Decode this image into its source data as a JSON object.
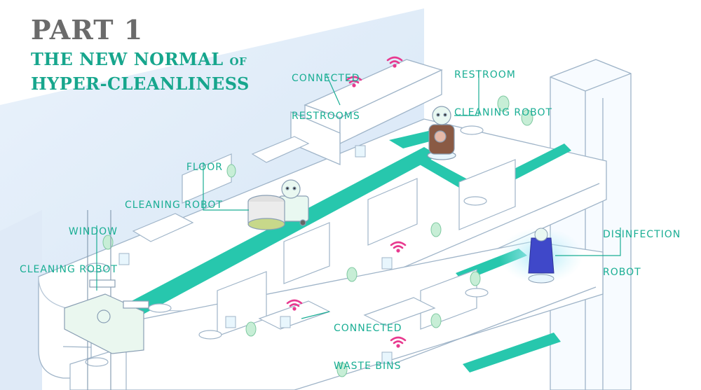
{
  "header": {
    "part": "PART 1",
    "line1_main": "THE NEW NORMAL",
    "line1_small": "OF",
    "line2": "HYPER-CLEANLINESS"
  },
  "labels": {
    "connected_restrooms": [
      "CONNECTED",
      "RESTROOMS"
    ],
    "restroom_robot": [
      "RESTROOM",
      "CLEANING ROBOT"
    ],
    "floor_robot": [
      "FLOOR",
      "CLEANING ROBOT"
    ],
    "window_robot": [
      "WINDOW",
      "CLEANING ROBOT"
    ],
    "disinfection_robot": [
      "DISINFECTION",
      "ROBOT"
    ],
    "waste_bins": [
      "CONNECTED",
      "WASTE BINS"
    ]
  },
  "colors": {
    "accent": "#1aae94",
    "path": "#27c7ad",
    "wifi": "#e8398f",
    "uv": "#3f48c9",
    "outline": "#9fb4c8"
  }
}
